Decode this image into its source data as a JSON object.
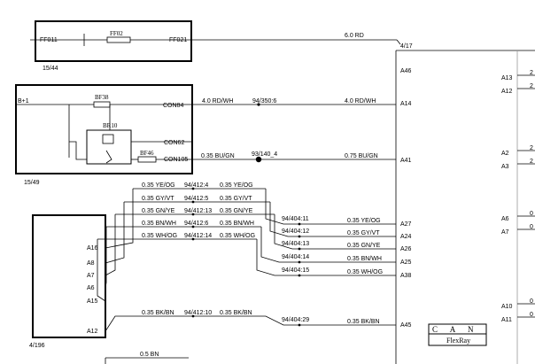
{
  "box1": {
    "left_pin": "FF011",
    "fuse": "FF02",
    "right_pin": "FF021",
    "ref": "15/44"
  },
  "box2": {
    "supply": "B+1",
    "fuse1": "BF38",
    "relay": "BR10",
    "fuse2": "BF46",
    "pin_con84": "CON84",
    "pin_con62": "CON62",
    "pin_con105": "CON105",
    "ref": "15/49"
  },
  "module": {
    "ref": "4/17",
    "left_pins": [
      "A46",
      "A14",
      "A41",
      "A27",
      "A24",
      "A26",
      "A25",
      "A38",
      "A45"
    ],
    "right_pins": [
      "A13",
      "A12",
      "A2",
      "A3",
      "A6",
      "A7",
      "A10",
      "A11"
    ],
    "right_edge_marks": [
      "2",
      "2",
      "2",
      "2",
      "0",
      "0",
      "0",
      "0"
    ],
    "can_label": "C A N",
    "flexray_label": "FlexRay"
  },
  "connector": {
    "ref": "4/196",
    "pins": [
      "A16",
      "A8",
      "A7",
      "A6",
      "A15",
      "A12"
    ]
  },
  "wires": {
    "w_ff021": "6.0 RD",
    "w_con84_left": "4.0 RD/WH",
    "w_con84_splice": "94/350:6",
    "w_a14": "4.0 RD/WH",
    "w_con105_left": "0.35 BU/GN",
    "w_con105_splice": "93/140_4",
    "w_a41": "0.75 BU/GN",
    "bottom_wire": "0.5 BN"
  },
  "bus_rows": [
    {
      "left": "0.35 YE/OG",
      "splice": "94/412:4",
      "right": "0.35 YE/OG"
    },
    {
      "left": "0.35 GY/VT",
      "splice": "94/412:5",
      "right": "0.35 GY/VT"
    },
    {
      "left": "0.35 GN/YE",
      "splice": "94/412:13",
      "right": "0.35 GN/YE"
    },
    {
      "left": "0.35 BN/WH",
      "splice": "94/412:6",
      "right": "0.35 BN/WH"
    },
    {
      "left": "0.35 WH/OG",
      "splice": "94/412:14",
      "right": "0.35 WH/OG"
    }
  ],
  "bk_row": {
    "left": "0.35 BK/BN",
    "splice": "94/412:10",
    "right": "0.35 BK/BN"
  },
  "right_rows": [
    {
      "splice": "94/404:11",
      "label": "0.35 YE/OG"
    },
    {
      "splice": "94/404:12",
      "label": "0.35 GY/VT"
    },
    {
      "splice": "94/404:13",
      "label": "0.35 GN/YE"
    },
    {
      "splice": "94/404:14",
      "label": "0.35 BN/WH"
    },
    {
      "splice": "94/404:15",
      "label": "0.35 WH/OG"
    },
    {
      "splice": "94/404:29",
      "label": "0.35 BK/BN"
    }
  ]
}
